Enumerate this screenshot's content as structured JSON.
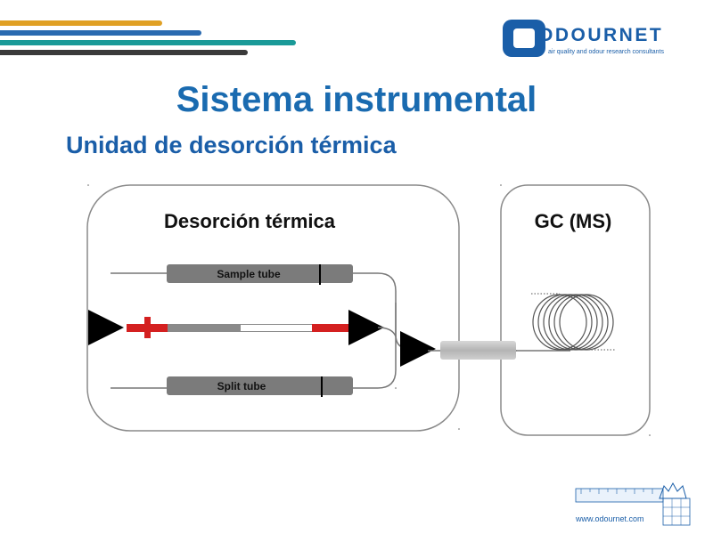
{
  "header_bars": [
    {
      "color": "#e0a024"
    },
    {
      "color": "#2a6ab0"
    },
    {
      "color": "#1a9a98"
    },
    {
      "color": "#3a3a3a"
    }
  ],
  "logo": {
    "word": "ODOURNET",
    "tagline": "air quality and odour research consultants"
  },
  "title": "Sistema instrumental",
  "subtitle": "Unidad de desorción térmica",
  "diagram": {
    "left_panel_label": "Desorción térmica",
    "right_panel_label": "GC (MS)",
    "sample_tube_label": "Sample tube",
    "split_tube_label": "Split tube"
  },
  "footer": {
    "url": "www.odournet.com"
  },
  "colors": {
    "title_blue": "#1a6bb0",
    "tube_gray": "#7b7b7b",
    "heater_red": "#d42020"
  }
}
